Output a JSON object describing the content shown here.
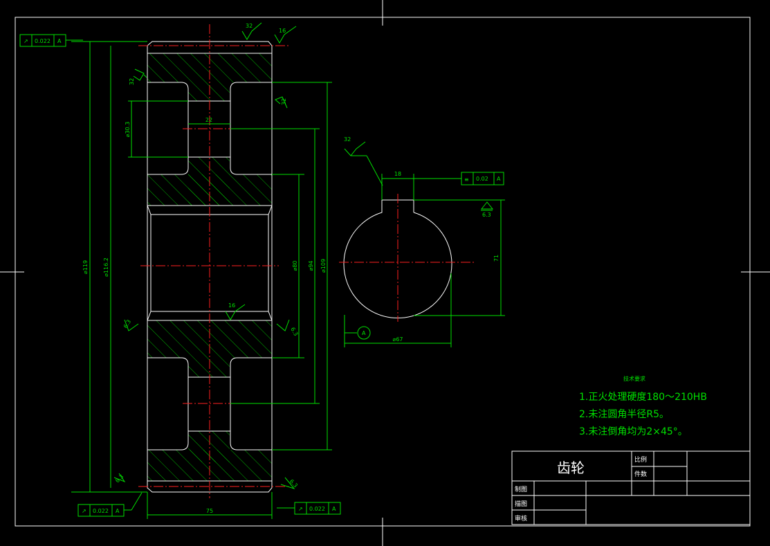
{
  "colors": {
    "background": "#000000",
    "outline": "#ffffff",
    "dimension": "#00e000",
    "centerline": "#ff2020"
  },
  "roughness": {
    "top_32": "32",
    "top_16": "16",
    "left_32": "32",
    "right_32": "32",
    "inner_16": "16",
    "left_63a": "6.3",
    "right_63a": "6.3",
    "left_63b": "6.3",
    "right_63b": "6.3",
    "hub_32": "32",
    "key_63": "6.3"
  },
  "tolerances": {
    "top_left": {
      "symbol": "↗",
      "value": "0.022",
      "datum": "A"
    },
    "bottom_left": {
      "symbol": "↗",
      "value": "0.022",
      "datum": "A"
    },
    "bottom_right": {
      "symbol": "↗",
      "value": "0.022",
      "datum": "A"
    },
    "keyway": {
      "symbol": "≡",
      "value": "0.02",
      "datum": "A"
    }
  },
  "dimensions": {
    "d119": "⌀119",
    "d116": "⌀116.2",
    "d109": "⌀109",
    "d94": "⌀94",
    "d80": "⌀80",
    "d303": "⌀30.3",
    "w22": "22",
    "w75": "75",
    "key18": "18",
    "h71": "71",
    "d67": "⌀67",
    "datum": "A"
  },
  "notes": {
    "heading": "技术要求",
    "line1": "1.正火处理硬度180～210HB",
    "line2": "2.未注圆角半径R5。",
    "line3": "3.未注倒角均为2×45°。"
  },
  "title_block": {
    "part_name": "齿轮",
    "scale": "比例",
    "quantity": "件数",
    "design": "制图",
    "draw": "描图",
    "check": "审核"
  }
}
